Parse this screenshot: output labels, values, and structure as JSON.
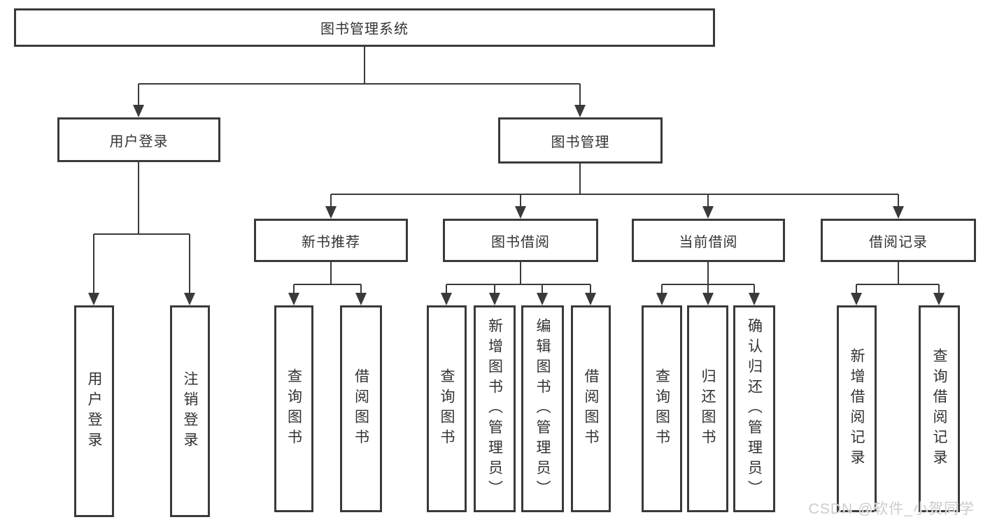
{
  "diagram": {
    "root": {
      "label": "图书管理系统"
    },
    "level2": {
      "user_login": "用户登录",
      "book_management": "图书管理"
    },
    "level3": {
      "new_book_recommend": "新书推荐",
      "book_borrow": "图书借阅",
      "current_borrow": "当前借阅",
      "borrow_record": "借阅记录"
    },
    "leaves": {
      "user_login": [
        "用户登录",
        "注销登录"
      ],
      "new_book_recommend": [
        "查询图书",
        "借阅图书"
      ],
      "book_borrow": [
        "查询图书",
        "新增图书（管理员）",
        "编辑图书（管理员）",
        "借阅图书"
      ],
      "current_borrow": [
        "查询图书",
        "归还图书",
        "确认归还（管理员）"
      ],
      "borrow_record": [
        "新增借阅记录",
        "查询借阅记录"
      ]
    }
  },
  "colors": {
    "line": "#3a3a3a",
    "text": "#333333",
    "watermark": "#c9c9c9"
  },
  "watermark": "CSDN @软件_小贺同学"
}
